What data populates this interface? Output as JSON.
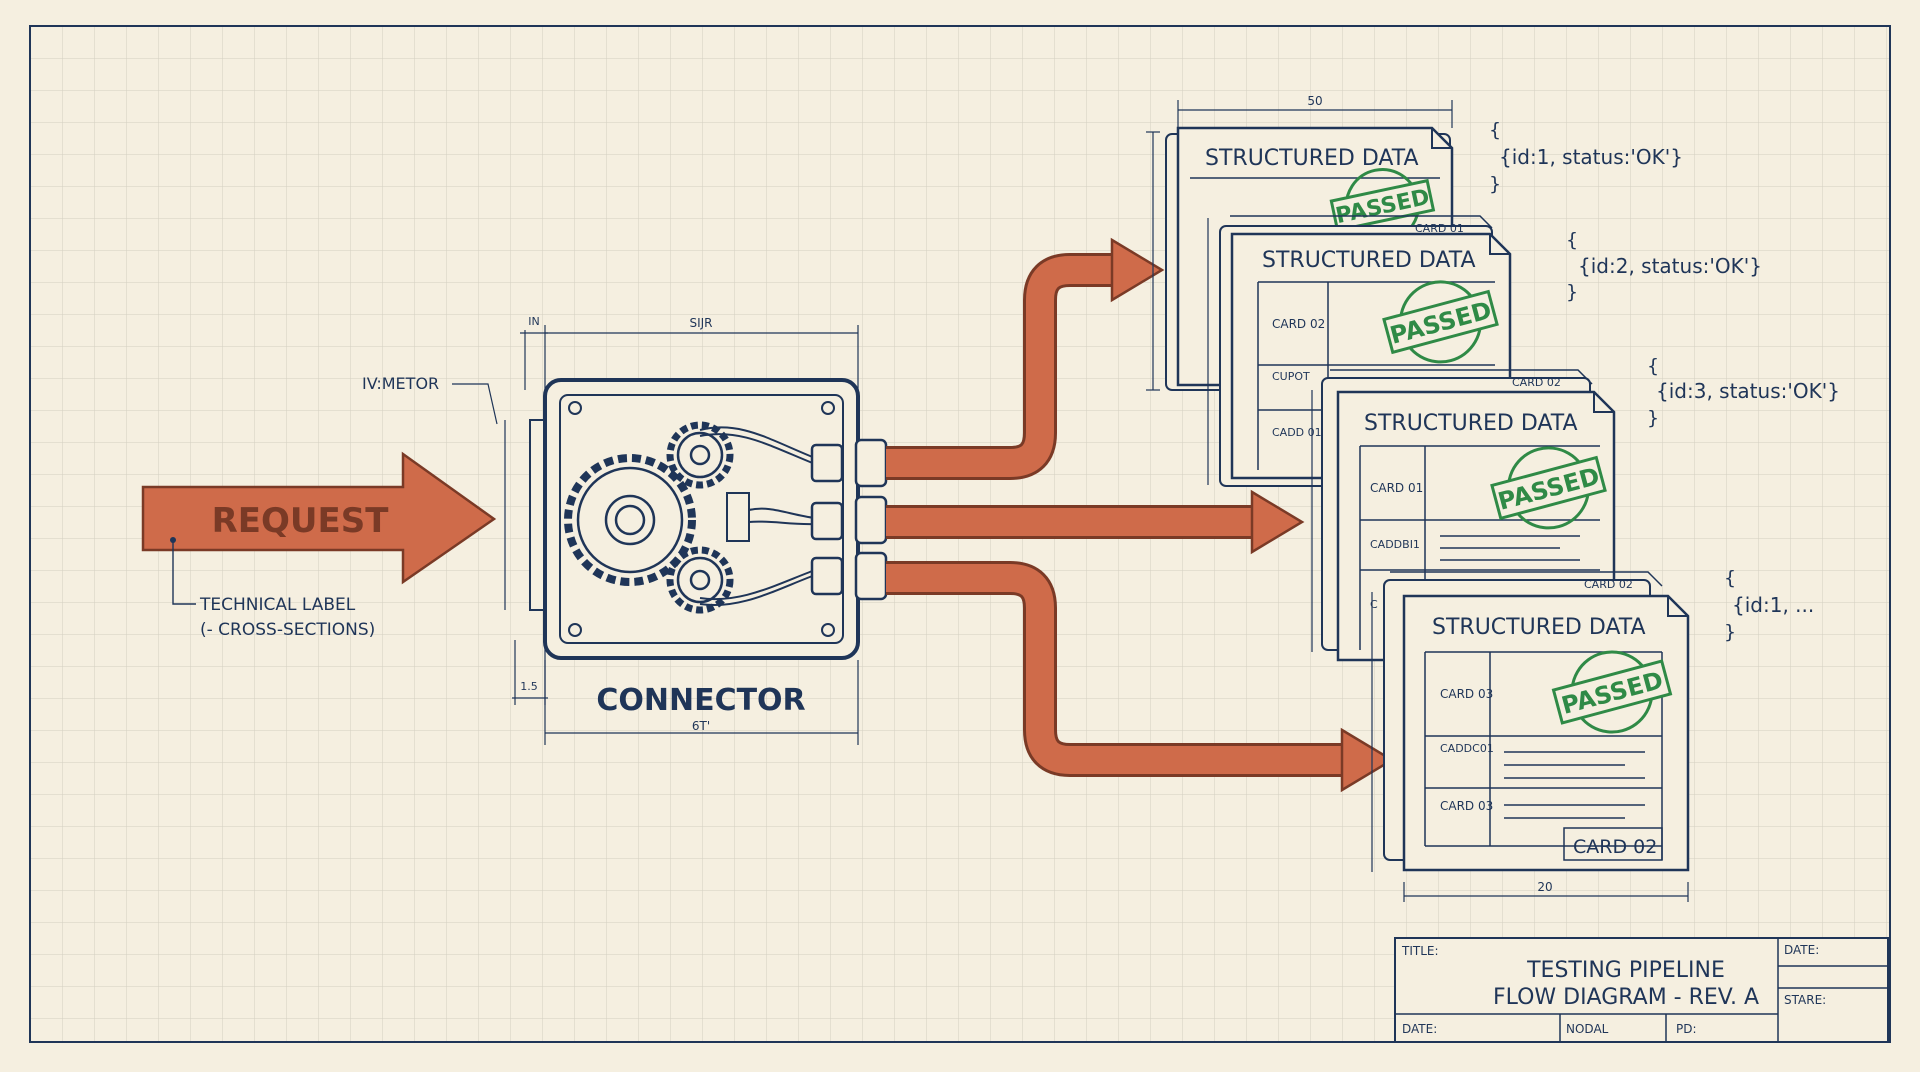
{
  "colors": {
    "paper": "#f5efe0",
    "grid": "#d6d2c4",
    "ink": "#1f3558",
    "arrow_fill": "#cf6b4a",
    "arrow_stroke": "#7a3a26",
    "stamp": "#2f8a46"
  },
  "request": {
    "label": "REQUEST"
  },
  "annotations": {
    "technical_label": [
      "TECHNICAL LABEL",
      "(- CROSS-SECTIONS)"
    ],
    "meter": "IV:METOR"
  },
  "connector": {
    "label": "CONNECTOR",
    "dims": {
      "top_small": "IN",
      "top": "SIJR",
      "bottom": "6T'",
      "side": "1.5"
    }
  },
  "stacks": [
    {
      "title": "STRUCTURED DATA",
      "stamp": "PASSED",
      "json": [
        "{",
        "{id:1, status:'OK'}",
        "}"
      ],
      "dim": "50"
    },
    {
      "title": "STRUCTURED DATA",
      "stamp": "PASSED",
      "back_tag": "CARD 01",
      "rows": [
        "CARD 02",
        "CUPOT",
        "CADD 01"
      ],
      "json": [
        "{",
        "{id:2, status:'OK'}",
        "}"
      ]
    },
    {
      "title": "STRUCTURED DATA",
      "stamp": "PASSED",
      "back_tag": "CARD 02",
      "rows": [
        "CARD 01",
        "CADDBI1",
        "C"
      ],
      "json": [
        "{",
        "{id:3, status:'OK'}",
        "}"
      ]
    },
    {
      "title": "STRUCTURED DATA",
      "stamp": "PASSED",
      "back_tag": "CARD 02",
      "rows": [
        "CARD 03",
        "CADDC01",
        "CARD 03"
      ],
      "footer_tag": "CARD 02",
      "json": [
        "{",
        "{id:1, ...",
        "}"
      ],
      "dim": "20"
    }
  ],
  "title_block": {
    "title_label": "TITLE:",
    "title_lines": [
      "TESTING PIPELINE",
      "FLOW DIAGRAM - REV. A"
    ],
    "date_label": "DATE:",
    "stare_label": "STARE:",
    "bottom_date_label": "DATE:",
    "nodal_label": "NODAL",
    "pd_label": "PD:"
  }
}
